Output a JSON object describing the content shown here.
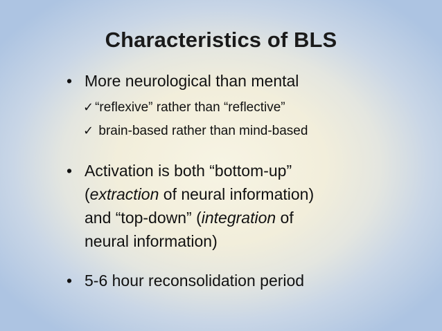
{
  "slide": {
    "title": "Characteristics of BLS",
    "bullet_marker": "•",
    "check_marker": "✓",
    "bullets": [
      {
        "text": "More neurological than mental",
        "subitems": [
          "“reflexive” rather than “reflective”",
          "brain-based rather than mind-based"
        ]
      },
      {
        "line1": "Activation is both “bottom-up”",
        "line2_open": "(",
        "line2_em": "extraction",
        "line2_rest": " of neural information)",
        "line3_pre": "and “top-down” (",
        "line3_em": "integration",
        "line3_rest": " of",
        "line4": "neural information)"
      },
      {
        "text": "5-6 hour reconsolidation period"
      }
    ]
  }
}
